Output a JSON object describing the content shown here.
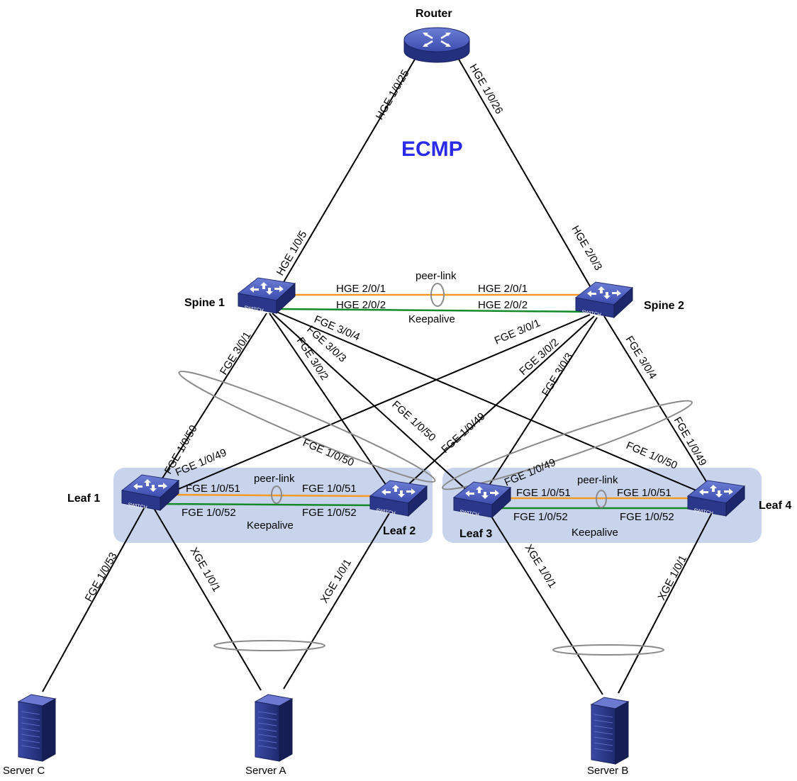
{
  "colors": {
    "link": "#000000",
    "peer_link": "#f59a23",
    "keepalive": "#128a28",
    "aggregation_ring": "#8a8a8a",
    "group_bg": "#c8d4ec",
    "device": "#2c3b8e",
    "ecmp_text": "#2b2bea"
  },
  "title": "ECMP",
  "devices": {
    "router": "Router",
    "spine1": "Spine 1",
    "spine2": "Spine 2",
    "leaf1": "Leaf 1",
    "leaf2": "Leaf 2",
    "leaf3": "Leaf 3",
    "leaf4": "Leaf 4",
    "server_a": "Server A",
    "server_b": "Server B",
    "server_c": "Server C",
    "switch_tag": "SWITCH"
  },
  "router_links": {
    "router_left": "HGE 1/0/25",
    "router_right": "HGE 1/0/26",
    "spine1_up": "HGE 1/0/5",
    "spine2_up": "HGE 2/0/3"
  },
  "spine_pair": {
    "peer_label": "peer-link",
    "keepalive_label": "Keepalive",
    "s1_peer": "HGE 2/0/1",
    "s2_peer": "HGE 2/0/1",
    "s1_keep": "HGE 2/0/2",
    "s2_keep": "HGE 2/0/2"
  },
  "spine_down": {
    "s1_leaf1": "FGE 3/0/1",
    "s1_leaf2": "FGE 3/0/2",
    "s1_leaf3": "FGE 3/0/3",
    "s1_leaf4": "FGE 3/0/4",
    "s2_leaf1": "FGE 3/0/1",
    "s2_leaf2": "FGE 3/0/2",
    "s2_leaf3": "FGE 3/0/3",
    "s2_leaf4": "FGE 3/0/4"
  },
  "leaf_up": {
    "leaf1_s1": "FGE 1/0/50",
    "leaf1_s2": "FGE 1/0/49",
    "leaf2_s1": "FGE 1/0/50",
    "leaf2_s2": "FGE 1/0/49",
    "leaf3_s1": "FGE 1/0/50",
    "leaf3_s2": "FGE 1/0/49",
    "leaf4_s1": "FGE 1/0/50",
    "leaf4_s2": "FGE 1/0/49"
  },
  "leaf_pair_left": {
    "peer_label": "peer-link",
    "keepalive_label": "Keepalive",
    "l1_peer": "FGE 1/0/51",
    "l2_peer": "FGE 1/0/51",
    "l1_keep": "FGE 1/0/52",
    "l2_keep": "FGE 1/0/52"
  },
  "leaf_pair_right": {
    "peer_label": "peer-link",
    "keepalive_label": "Keepalive",
    "l3_peer": "FGE 1/0/51",
    "l4_peer": "FGE 1/0/51",
    "l3_keep": "FGE 1/0/52",
    "l4_keep": "FGE 1/0/52"
  },
  "server_links": {
    "leaf1_serverc": "FGE 1/0/53",
    "leaf1_servera": "XGE 1/0/1",
    "leaf2_servera": "XGE 1/0/1",
    "leaf3_serverb": "XGE 1/0/1",
    "leaf4_serverb": "XGE 1/0/1"
  }
}
